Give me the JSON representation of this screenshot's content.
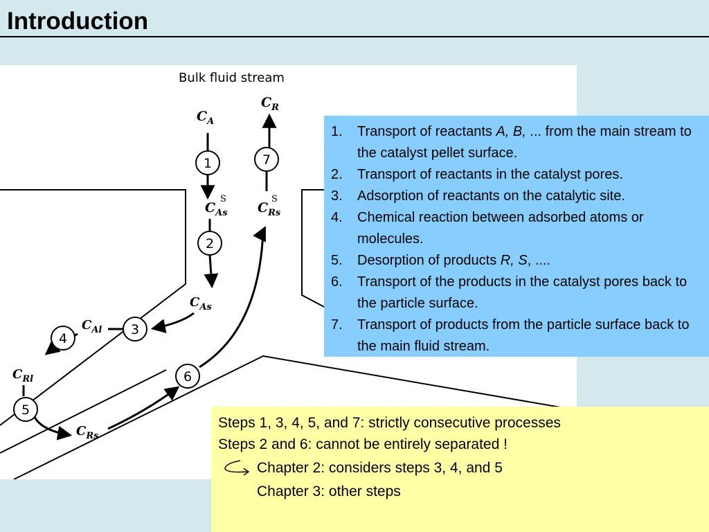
{
  "slide": {
    "title": "Introduction"
  },
  "figure": {
    "bulk_label": "Bulk fluid stream",
    "labels": {
      "ca_main": "C",
      "ca_sub": "A",
      "cas_s_main": "C",
      "cas_s_sub": "As",
      "cas_s_sup": "S",
      "cas_main": "C",
      "cas_sub": "As",
      "cal_main": "C",
      "cal_sub": "Al",
      "crl_main": "C",
      "crl_sub": "Rl",
      "crs_main": "C",
      "crs_sub": "Rs",
      "crs_s_main": "C",
      "crs_s_sub": "Rs",
      "crs_s_sup": "S",
      "cr_main": "C",
      "cr_sub": "R"
    },
    "circles": [
      "1",
      "2",
      "3",
      "4",
      "5",
      "6",
      "7"
    ]
  },
  "steps": [
    {
      "num": "1.",
      "pre": "Transport of reactants ",
      "ital": "A, B,",
      "post": " ... from the main stream to the catalyst pellet surface."
    },
    {
      "num": "2.",
      "pre": "Transport of reactants in the catalyst pores.",
      "ital": "",
      "post": ""
    },
    {
      "num": "3.",
      "pre": "Adsorption of reactants on the catalytic site.",
      "ital": "",
      "post": ""
    },
    {
      "num": "4.",
      "pre": "Chemical reaction between adsorbed atoms or molecules.",
      "ital": "",
      "post": ""
    },
    {
      "num": "5.",
      "pre": "Desorption of products ",
      "ital": "R, S",
      "post": ", ...."
    },
    {
      "num": "6.",
      "pre": "Transport of the products in the catalyst pores back to the particle surface.",
      "ital": "",
      "post": ""
    },
    {
      "num": "7.",
      "pre": "Transport of products from the particle surface back to the main fluid stream.",
      "ital": "",
      "post": ""
    }
  ],
  "notes": {
    "line1": "Steps 1, 3, 4, 5, and 7: strictly consecutive processes",
    "line2": "Steps 2 and 6: cannot be entirely separated !",
    "sub1": "Chapter 2: considers steps 3, 4, and 5",
    "sub2": "Chapter 3: other steps"
  }
}
